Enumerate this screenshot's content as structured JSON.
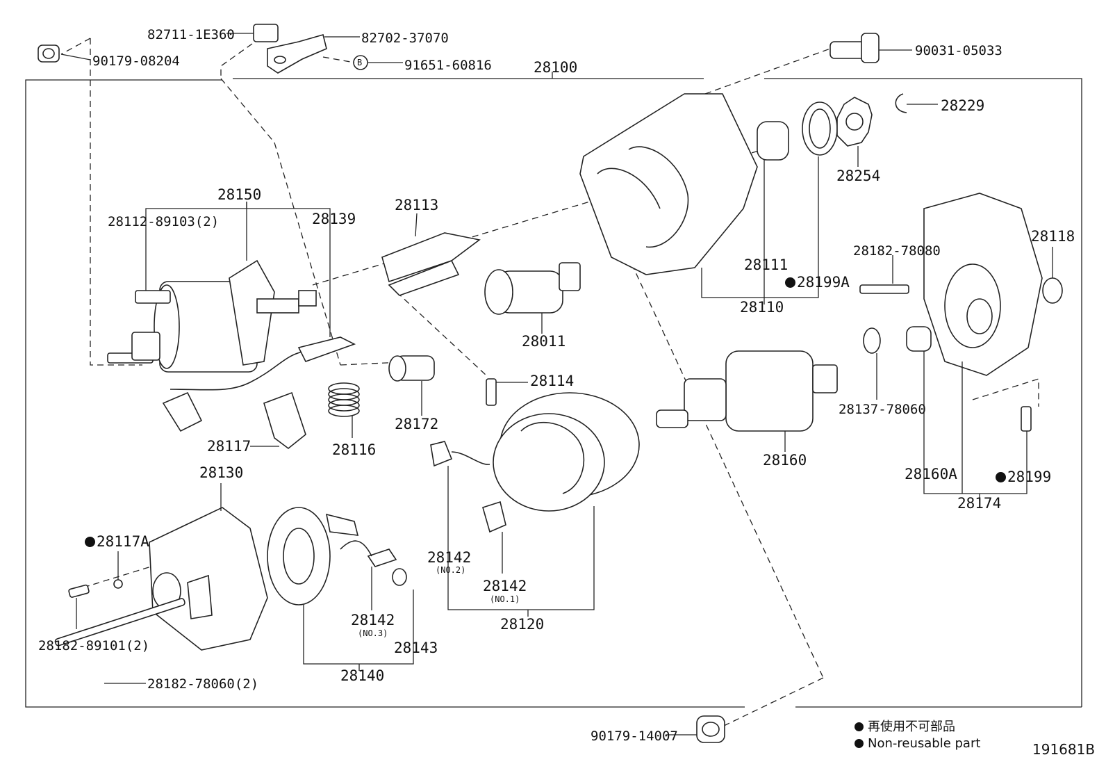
{
  "diagram": {
    "assembly": "28100",
    "figure_code": "191681B",
    "legend": {
      "line_jp": "再使用不可部品",
      "line_en": "Non-reusable part"
    },
    "labels": {
      "p82711": "82711-1E360",
      "p82702": "82702-37070",
      "p90179a": "90179-08204",
      "p91651": "91651-60816",
      "b_mark": "B",
      "p90031": "90031-05033",
      "p28229": "28229",
      "p28254": "28254",
      "p28150": "28150",
      "p28112": "28112-89103(2)",
      "p28139": "28139",
      "p28113": "28113",
      "p28111": "28111",
      "p28199a": "28199A",
      "p28110": "28110",
      "p28118": "28118",
      "p28182_78080": "28182-78080",
      "p28011": "28011",
      "p28114": "28114",
      "p28172": "28172",
      "p28116": "28116",
      "p28117": "28117",
      "p28137": "28137-78060",
      "p28160": "28160",
      "p28160a": "28160A",
      "p28199": "28199",
      "p28174": "28174",
      "p28130": "28130",
      "p28117a": "28117A",
      "p28182_89101": "28182-89101(2)",
      "p28182_78060": "28182-78060(2)",
      "p28142_no2": "28142",
      "no2": "(NO.2)",
      "p28142_no1": "28142",
      "no1": "(NO.1)",
      "p28142_no3": "28142",
      "no3": "(NO.3)",
      "p28143": "28143",
      "p28140": "28140",
      "p28120": "28120",
      "p90179b": "90179-14007"
    }
  }
}
